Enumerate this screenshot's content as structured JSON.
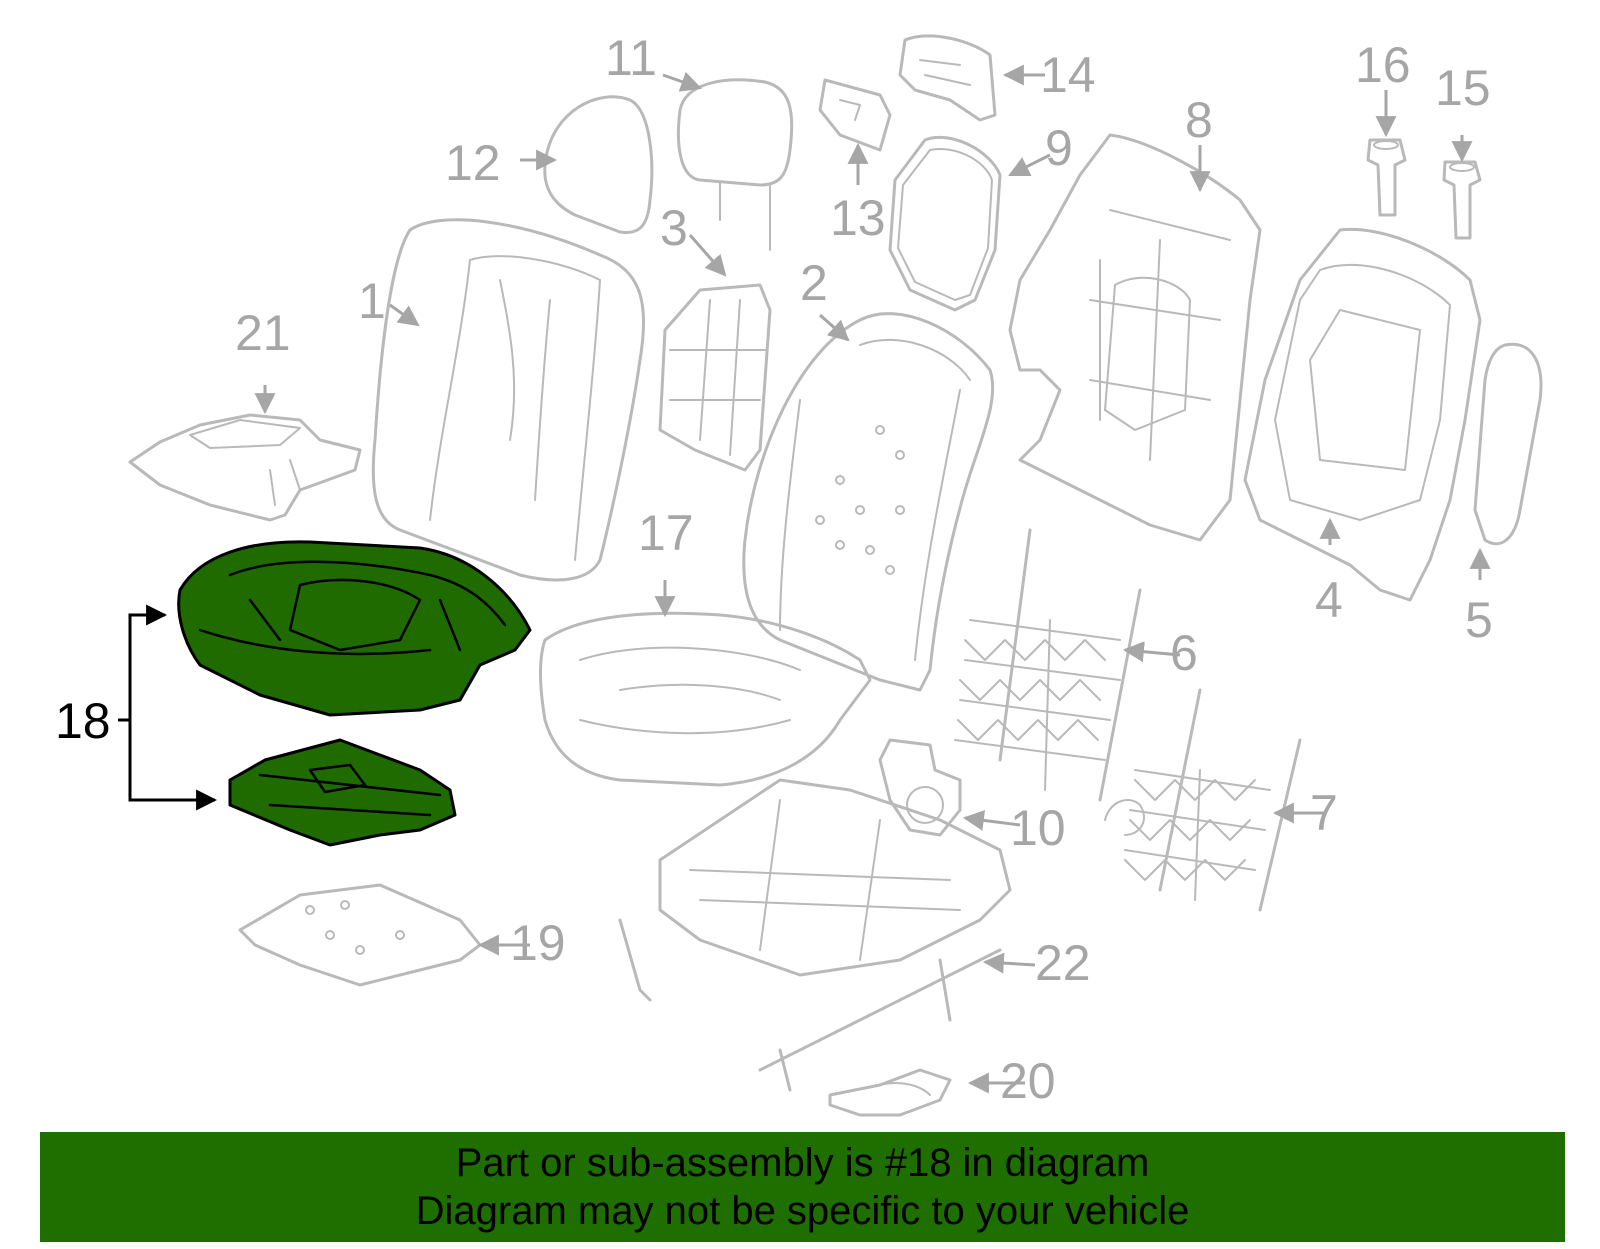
{
  "diagram": {
    "highlighted_part": "18",
    "highlight_color": "#1e6e00",
    "callouts": [
      "1",
      "2",
      "3",
      "4",
      "5",
      "6",
      "7",
      "8",
      "9",
      "10",
      "11",
      "12",
      "13",
      "14",
      "15",
      "16",
      "17",
      "18",
      "19",
      "20",
      "21",
      "22"
    ]
  },
  "banner": {
    "line1": "Part or sub-assembly is #18 in diagram",
    "line2": "Diagram may not be specific to your vehicle"
  }
}
